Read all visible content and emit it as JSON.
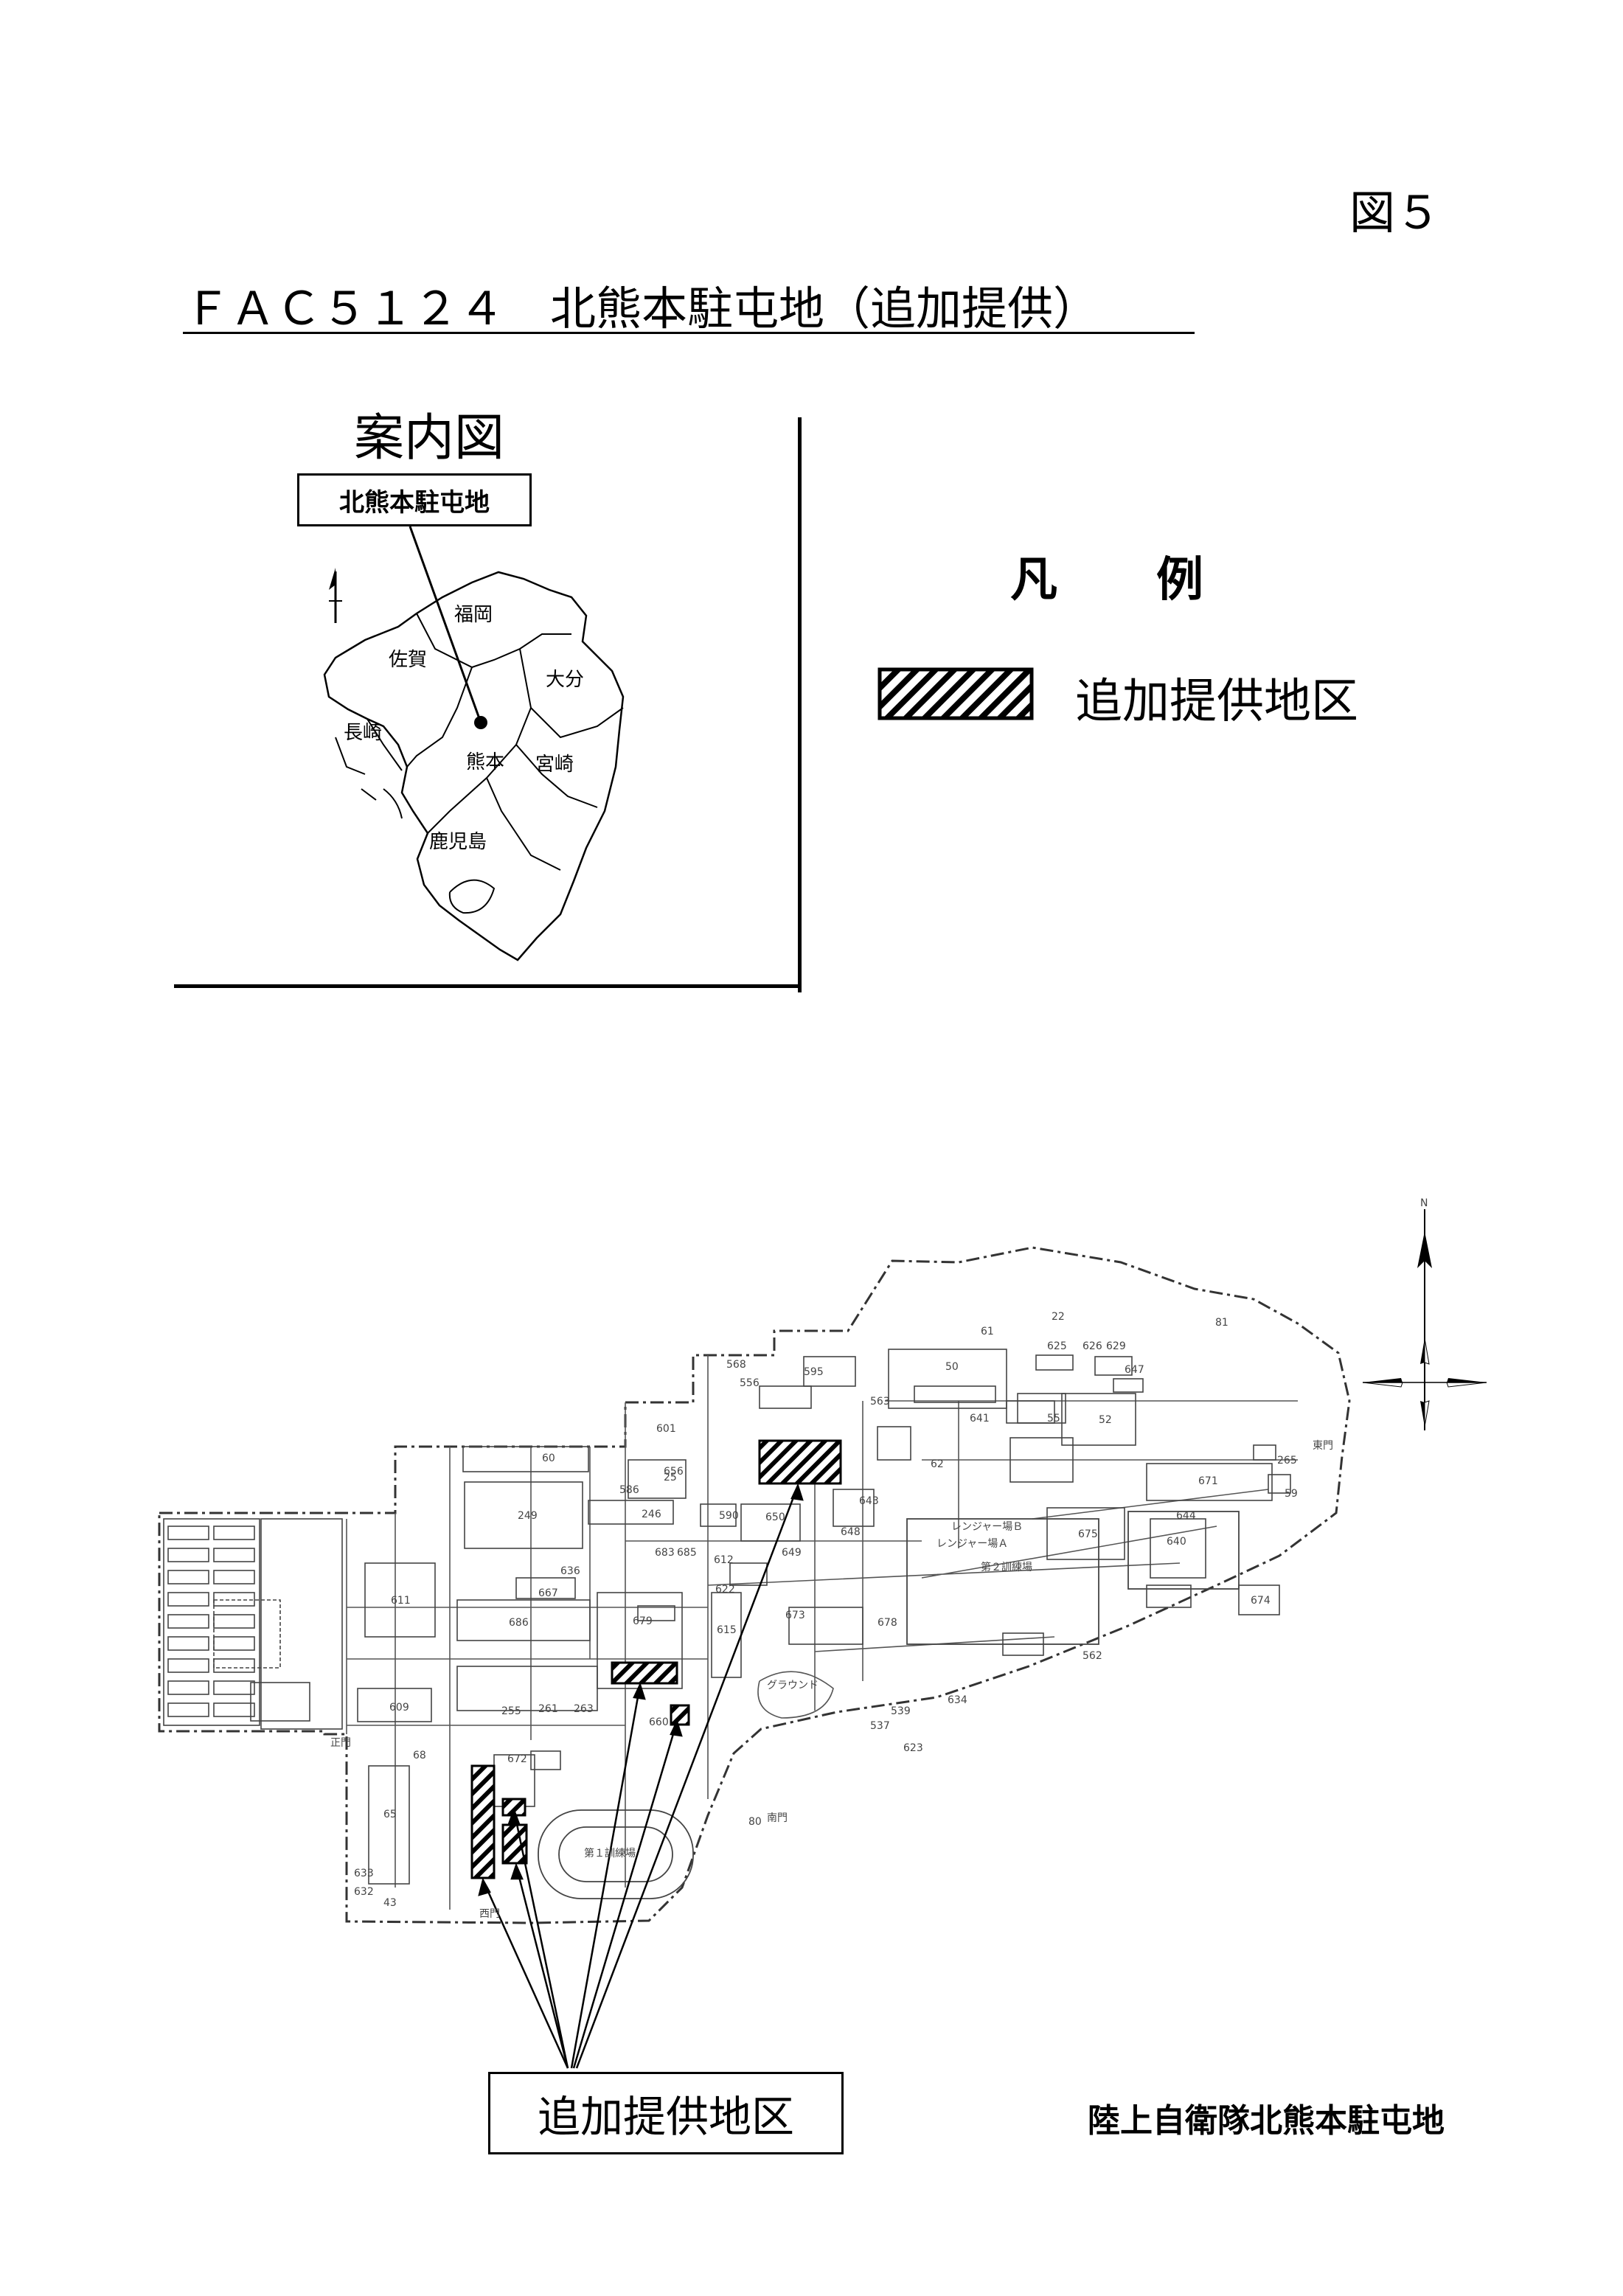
{
  "figure_number": "図５",
  "title": "ＦＡＣ５１２４　北熊本駐屯地（追加提供）",
  "guide_map": {
    "title": "案内図",
    "label": "北熊本駐屯地",
    "prefectures": [
      "福岡",
      "佐賀",
      "大分",
      "長崎",
      "熊本",
      "宮崎",
      "鹿児島"
    ]
  },
  "legend": {
    "title": "凡　　例",
    "item_label": "追加提供地区"
  },
  "site_map": {
    "facility_labels": [
      "60",
      "249",
      "25",
      "601",
      "586",
      "590",
      "650",
      "246",
      "611",
      "686",
      "667",
      "679",
      "615",
      "609",
      "255",
      "65",
      "55",
      "52",
      "50",
      "625",
      "626",
      "629",
      "647",
      "671",
      "675",
      "640",
      "644",
      "674",
      "678",
      "562",
      "539",
      "537",
      "623",
      "673",
      "648",
      "643",
      "641",
      "636",
      "656",
      "568",
      "556",
      "595",
      "563",
      "649",
      "683",
      "685",
      "660",
      "68",
      "672",
      "633",
      "632",
      "634",
      "622",
      "612",
      "261",
      "263",
      "265",
      "22",
      "43",
      "62",
      "59",
      "61",
      "81",
      "80"
    ],
    "field_labels": [
      "第２訓練場",
      "第１訓練場",
      "レンジャー場Ｂ",
      "レンジャー場Ａ",
      "グラウンド"
    ],
    "gate_labels": [
      "正門",
      "南門",
      "西門",
      "東門"
    ],
    "north_label": "N"
  },
  "callout_label": "追加提供地区",
  "base_caption": "陸上自衛隊北熊本駐屯地",
  "colors": {
    "ink": "#000000",
    "line": "#333333",
    "paper": "#ffffff"
  }
}
